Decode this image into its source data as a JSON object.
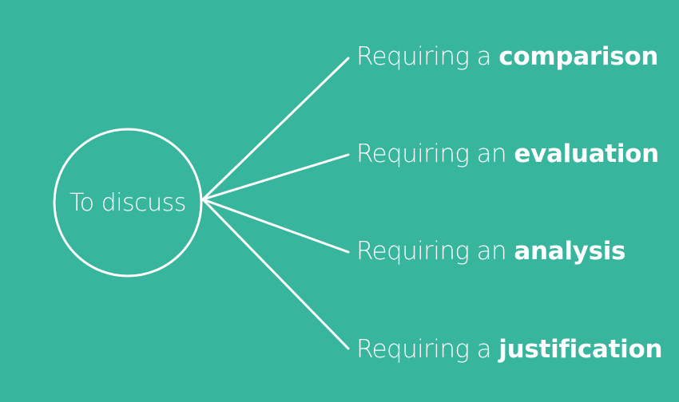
{
  "colors": {
    "background": "#37b59d",
    "foreground": "#ffffff"
  },
  "hub": {
    "label": "To discuss"
  },
  "branches": [
    {
      "prefix": "Requiring a",
      "emphasis": "comparison"
    },
    {
      "prefix": "Requiring an",
      "emphasis": "evaluation"
    },
    {
      "prefix": "Requiring an",
      "emphasis": "analysis"
    },
    {
      "prefix": "Requiring a",
      "emphasis": "justification"
    }
  ]
}
